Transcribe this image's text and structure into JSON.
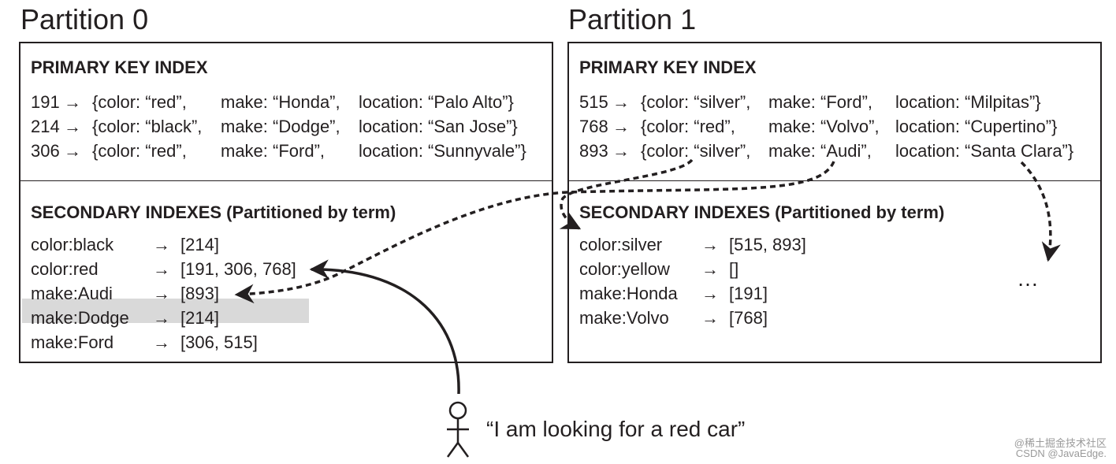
{
  "partitions": [
    {
      "title": "Partition 0",
      "primary_heading": "PRIMARY KEY INDEX",
      "primary_rows": [
        {
          "key": "191",
          "color": "{color: “red”,",
          "make": "make: “Honda”,",
          "location": "location: “Palo Alto”}"
        },
        {
          "key": "214",
          "color": "{color: “black”,",
          "make": "make: “Dodge”,",
          "location": "location: “San Jose”}"
        },
        {
          "key": "306",
          "color": "{color: “red”,",
          "make": "make: “Ford”,",
          "location": "location: “Sunnyvale”}"
        }
      ],
      "secondary_heading": "SECONDARY INDEXES (Partitioned by term)",
      "secondary_rows": [
        {
          "term": "color:black",
          "ids": "[214]"
        },
        {
          "term": "color:red",
          "ids": "[191, 306, 768]",
          "highlighted": true
        },
        {
          "term": "make:Audi",
          "ids": "[893]"
        },
        {
          "term": "make:Dodge",
          "ids": "[214]"
        },
        {
          "term": "make:Ford",
          "ids": "[306, 515]"
        }
      ]
    },
    {
      "title": "Partition 1",
      "primary_heading": "PRIMARY KEY INDEX",
      "primary_rows": [
        {
          "key": "515",
          "color": "{color: “silver”,",
          "make": "make: “Ford”,",
          "location": "location: “Milpitas”}"
        },
        {
          "key": "768",
          "color": "{color: “red”,",
          "make": "make: “Volvo”,",
          "location": "location: “Cupertino”}"
        },
        {
          "key": "893",
          "color": "{color: “silver”,",
          "make": "make: “Audi”,",
          "location": "location: “Santa Clara”}"
        }
      ],
      "secondary_heading": "SECONDARY INDEXES (Partitioned by term)",
      "secondary_rows": [
        {
          "term": "color:silver",
          "ids": "[515, 893]"
        },
        {
          "term": "color:yellow",
          "ids": "[]"
        },
        {
          "term": "make:Honda",
          "ids": "[191]"
        },
        {
          "term": "make:Volvo",
          "ids": "[768]"
        }
      ]
    }
  ],
  "arrow_glyph": "→",
  "ellipsis": "…",
  "query_text": "“I am looking for a red car”",
  "watermark": {
    "line1": "@稀土掘金技术社区",
    "line2": "CSDN @JavaEdge."
  },
  "colors": {
    "ink": "#231f20",
    "highlight": "#d9d9d9"
  }
}
